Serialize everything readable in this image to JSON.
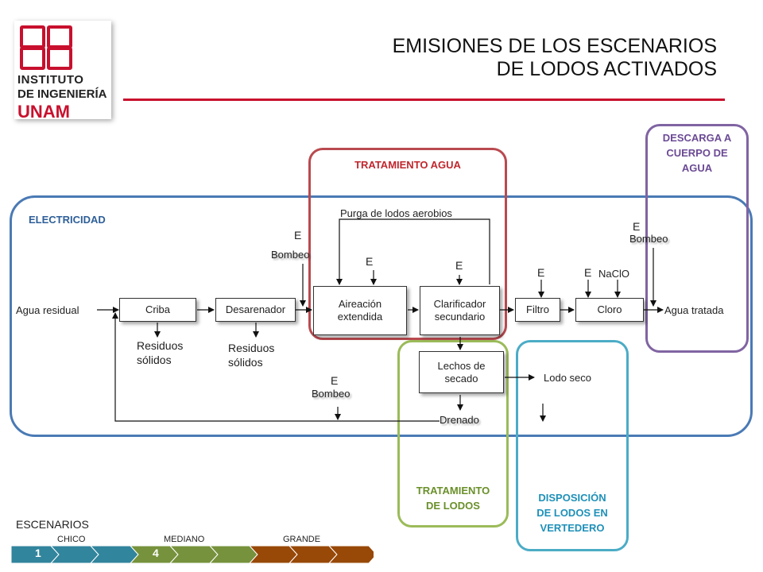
{
  "header": {
    "logo_line1": "INSTITUTO",
    "logo_line2": "DE INGENIERÍA",
    "logo_line3": "UNAM",
    "title_line1": "EMISIONES DE LOS ESCENARIOS",
    "title_line2": "DE LODOS ACTIVADOS"
  },
  "regions": {
    "electricidad": "ELECTRICIDAD",
    "tratamiento_agua": "TRATAMIENTO AGUA",
    "tratamiento_lodos": [
      "TRATAMIENTO",
      "DE LODOS"
    ],
    "disposicion": [
      "DISPOSICIÓN",
      "DE LODOS EN",
      "VERTEDERO"
    ],
    "descarga": [
      "DESCARGA A",
      "CUERPO DE",
      "AGUA"
    ]
  },
  "process": {
    "criba": "Criba",
    "desarenador": "Desarenador",
    "aireacion": [
      "Aireación",
      "extendida"
    ],
    "clarificador": [
      "Clarificador",
      "secundario"
    ],
    "filtro": "Filtro",
    "cloro": "Cloro",
    "lechos": [
      "Lechos de",
      "secado"
    ]
  },
  "labels": {
    "agua_residual": "Agua residual",
    "agua_tratada": "Agua tratada",
    "residuos1": [
      "Residuos",
      "sólidos"
    ],
    "residuos2": [
      "Residuos",
      "sólidos"
    ],
    "purga": "Purga de lodos aerobios",
    "lodo_seco": "Lodo seco",
    "drenado": "Drenado",
    "naclo": "NaClO",
    "energy": "E",
    "bombeo": "Bombeo"
  },
  "scenarios": {
    "title": "ESCENARIOS",
    "chico": "CHICO",
    "mediano": "MEDIANO",
    "grande": "GRANDE",
    "first_number": "1",
    "second_number": "4",
    "colors": [
      "#31859c",
      "#76923c",
      "#984807"
    ]
  }
}
